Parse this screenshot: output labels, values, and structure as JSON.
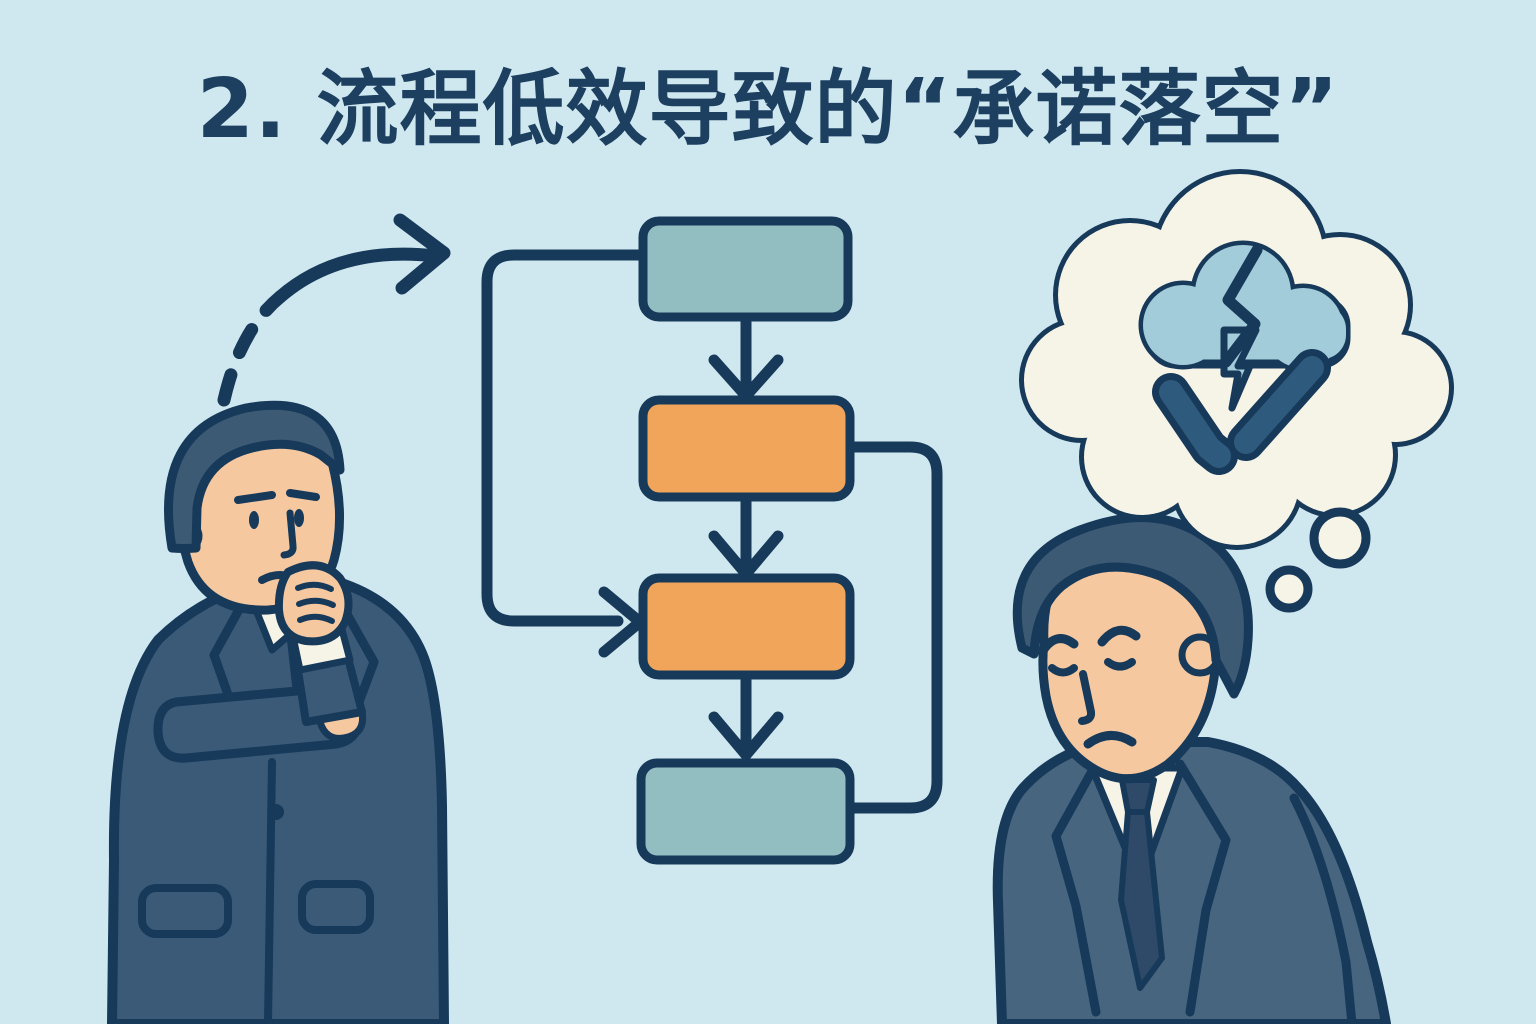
{
  "title": "2. 流程低效导致的“承诺落空”",
  "colors": {
    "bg": "#cfe8f0",
    "outline": "#17395a",
    "navy_text": "#1d3f60",
    "teal": "#92bec2",
    "orange": "#f0a55a",
    "cream": "#f6f3e7",
    "storm": "#a2ccda",
    "check": "#2e5a7d",
    "skin": "#f5c8a0",
    "suit_dark": "#3b5a78",
    "suit_light": "#47657f",
    "hair": "#3d5a75",
    "tie": "#2e4a68"
  },
  "flowchart": {
    "steps": [
      {
        "id": "step-1",
        "color": "teal"
      },
      {
        "id": "step-2",
        "color": "orange"
      },
      {
        "id": "step-3",
        "color": "orange"
      },
      {
        "id": "step-4",
        "color": "teal"
      }
    ],
    "connectors": [
      "step1-to-step3-loop-left",
      "step2-to-step4-loop-right"
    ],
    "arrows": [
      "step1-step2",
      "step2-step3",
      "step3-step4"
    ]
  },
  "icons": {
    "dashed_arrow": "curved-dashed-arrow-icon",
    "thought_bubble": "thought-bubble-icon",
    "storm_cloud": "storm-cloud-icon",
    "lightning_crack": "lightning-crack-icon",
    "broken_checkmark": "broken-checkmark-icon"
  },
  "figures": {
    "left_person": "thinking-businessman",
    "right_person": "dejected-businessman"
  }
}
